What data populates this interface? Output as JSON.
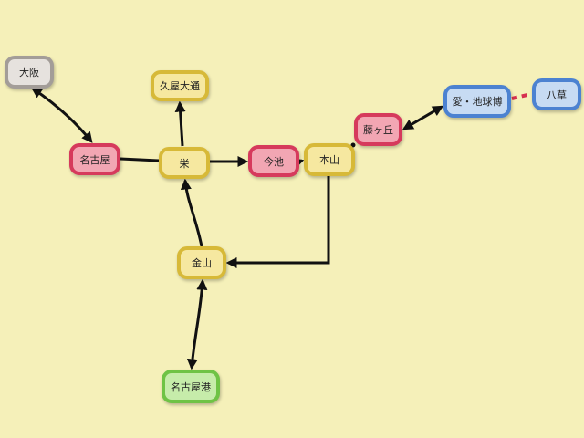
{
  "colors": {
    "background": "#f5f0b9",
    "edge": "#111111",
    "dashed_edge": "#d6304f",
    "yellow_fill": "#f6e8a0",
    "yellow_border": "#d7b938",
    "red_fill": "#f2a6b3",
    "red_border": "#d63a5c",
    "blue_fill": "#c7dbf3",
    "blue_border": "#4c82d1",
    "gray_fill": "#e6e2de",
    "gray_border": "#a39d98",
    "green_fill": "#c6ecaa",
    "green_border": "#6fc345"
  },
  "nodes": {
    "osaka": "大阪",
    "hisaya": "久屋大通",
    "nagoya": "名古屋",
    "sakae": "栄",
    "imaike": "今池",
    "motoyama": "本山",
    "fujigaoka": "藤ヶ丘",
    "aichi_expo": "愛・地球博",
    "yagusa": "八草",
    "kanayama": "金山",
    "nagoya_port": "名古屋港"
  }
}
